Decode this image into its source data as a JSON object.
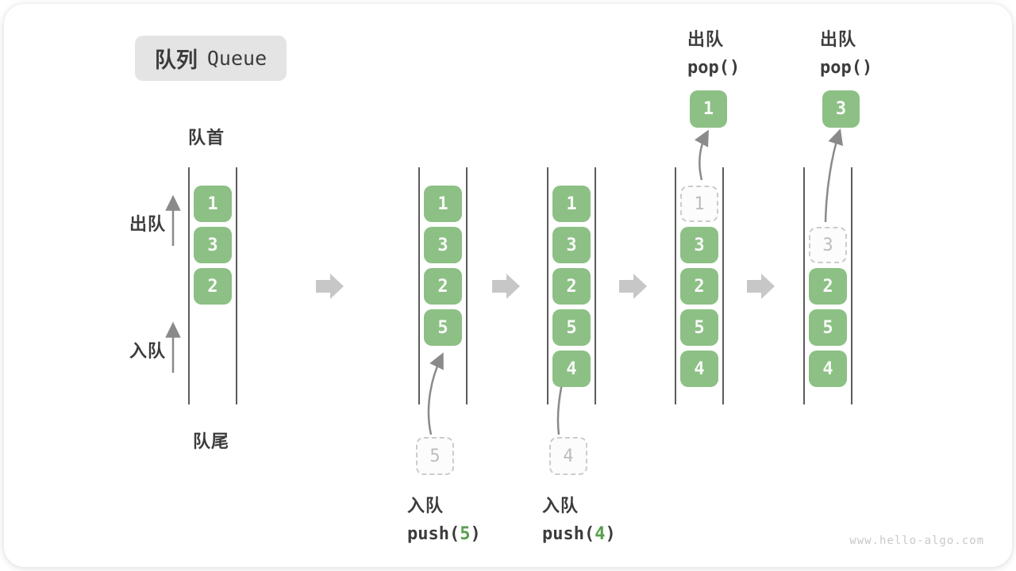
{
  "title": {
    "zh": "队列",
    "en": "Queue"
  },
  "labels": {
    "front": "队首",
    "rear": "队尾",
    "dequeue": "出队",
    "enqueue": "入队"
  },
  "queues": [
    {
      "cells": [
        "1",
        "3",
        "2"
      ]
    },
    {
      "cells": [
        "1",
        "3",
        "2",
        "5"
      ],
      "incoming": "5"
    },
    {
      "cells": [
        "1",
        "3",
        "2",
        "5",
        "4"
      ],
      "incoming": "4"
    },
    {
      "ghost": "1",
      "cells": [
        "3",
        "2",
        "5",
        "4"
      ],
      "popped": "1"
    },
    {
      "ghost": "3",
      "cells": [
        "2",
        "5",
        "4"
      ],
      "popped": "3"
    }
  ],
  "operations": {
    "push5": {
      "label": "入队",
      "code_pre": "push(",
      "arg": "5",
      "code_post": ")"
    },
    "push4": {
      "label": "入队",
      "code_pre": "push(",
      "arg": "4",
      "code_post": ")"
    },
    "pop1": {
      "label": "出队",
      "code": "pop()"
    },
    "pop2": {
      "label": "出队",
      "code": "pop()"
    }
  },
  "icons": {
    "up_arrow": "thin-up-arrow",
    "curved_arrow": "curved-transfer-arrow",
    "step_arrow": "block-right-arrow"
  },
  "watermark": "www.hello-algo.com",
  "colors": {
    "green": "#8cc084",
    "cell_text": "#fafafa",
    "label": "#3c3c3c",
    "wall": "#5c5c5c",
    "arrow": "#8a8a8a",
    "block_arrow": "#c7c7c7",
    "ghost_border": "#cccccc",
    "ghost_fill": "#fcfcfc",
    "ghost_text": "#bdbdbd",
    "title_bg": "#e4e4e4",
    "accent": "#569f4d",
    "watermark": "#c9c9c9"
  }
}
